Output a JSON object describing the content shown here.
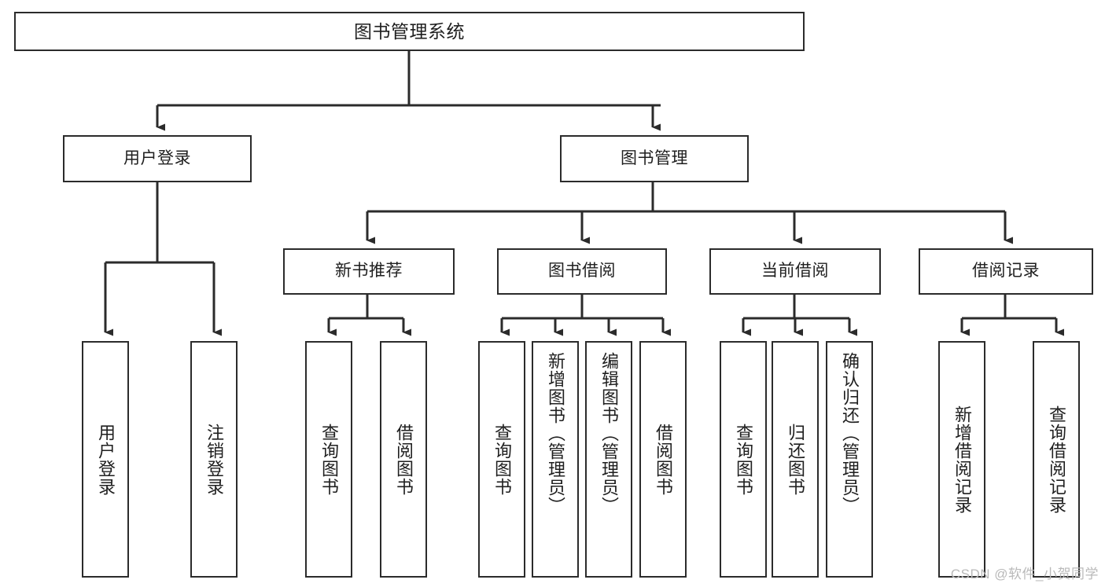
{
  "diagram": {
    "type": "tree",
    "title": "图书管理系统",
    "watermark": "CSDN @软件_小贺同学",
    "colors": {
      "line": "#2b2b2b",
      "box_border": "#2b2b2b",
      "box_fill": "#ffffff",
      "text": "#1f1f1f",
      "watermark": "#b9b9b9"
    },
    "nodes": {
      "root": {
        "label": "图书管理系统"
      },
      "level1": [
        {
          "label": "用户登录"
        },
        {
          "label": "图书管理"
        }
      ],
      "level2": [
        {
          "label": "新书推荐"
        },
        {
          "label": "图书借阅"
        },
        {
          "label": "当前借阅"
        },
        {
          "label": "借阅记录"
        }
      ],
      "leaves": {
        "user_login": [
          {
            "label": "用户登录"
          },
          {
            "label": "注销登录"
          }
        ],
        "new_book": [
          {
            "label": "查询图书"
          },
          {
            "label": "借阅图书"
          }
        ],
        "book_borrow": [
          {
            "label": "查询图书"
          },
          {
            "label": "新增图书（管理员）"
          },
          {
            "label": "编辑图书（管理员）"
          },
          {
            "label": "借阅图书"
          }
        ],
        "current_borrow": [
          {
            "label": "查询图书"
          },
          {
            "label": "归还图书"
          },
          {
            "label": "确认归还（管理员）"
          }
        ],
        "borrow_record": [
          {
            "label": "新增借阅记录"
          },
          {
            "label": "查询借阅记录"
          }
        ]
      }
    }
  }
}
